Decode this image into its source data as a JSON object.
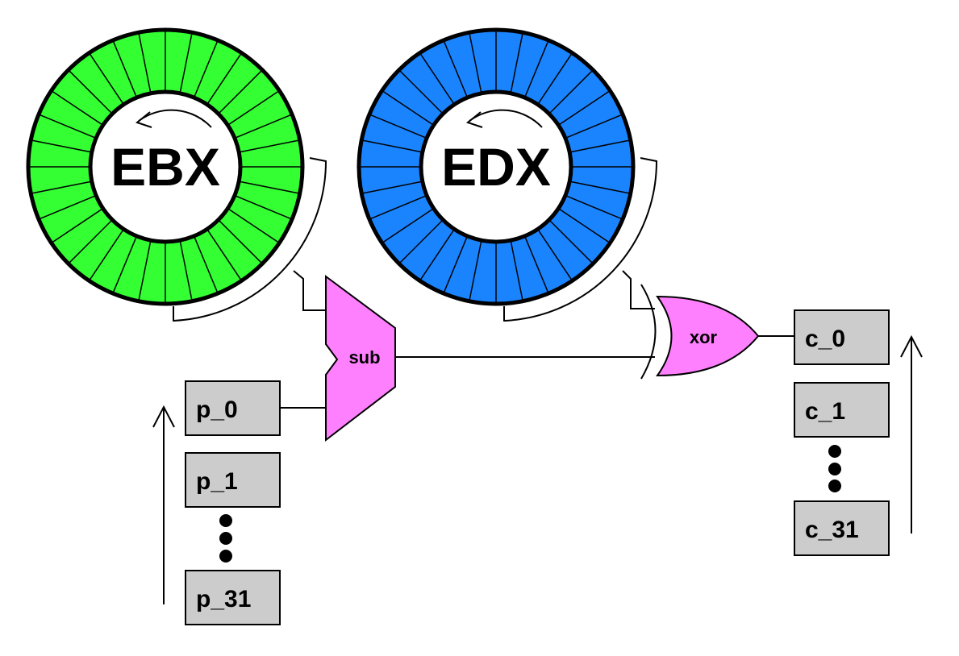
{
  "registers": [
    {
      "label": "EBX",
      "color": "#33ff33",
      "segments": 32
    },
    {
      "label": "EDX",
      "color": "#1a84ff",
      "segments": 32
    }
  ],
  "gates": {
    "sub": {
      "label": "sub",
      "color": "#ff80ff"
    },
    "xor": {
      "label": "xor",
      "color": "#ff80ff"
    }
  },
  "plaintext": {
    "items": [
      "p_0",
      "p_1",
      "p_31"
    ],
    "box_color": "#cccccc"
  },
  "ciphertext": {
    "items": [
      "c_0",
      "c_1",
      "c_31"
    ],
    "box_color": "#cccccc"
  }
}
